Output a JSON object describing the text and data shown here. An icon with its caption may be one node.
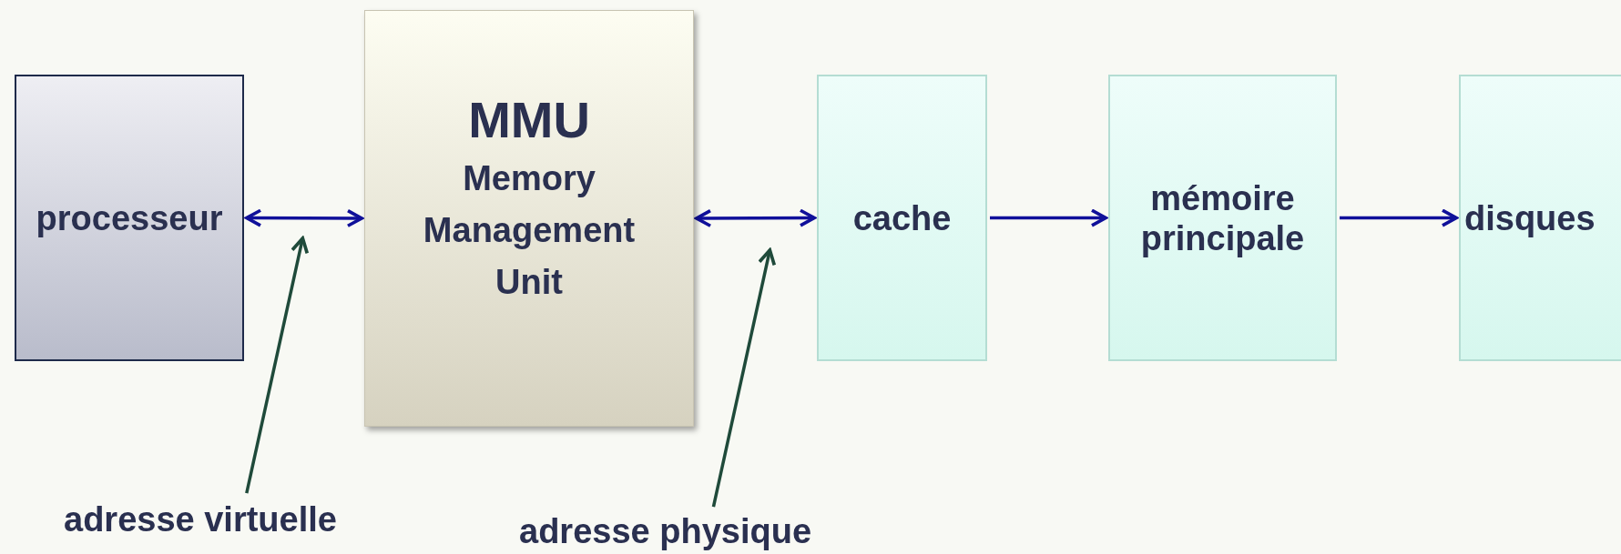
{
  "diagram": {
    "nodes": [
      {
        "text": [
          "processeur"
        ]
      },
      {
        "text": [
          "MMU",
          "Memory Management Unit"
        ]
      },
      {
        "text": [
          "cache"
        ]
      },
      {
        "text": [
          "mémoire principale"
        ]
      },
      {
        "text": [
          "disques"
        ]
      },
      {
        "text": [
          "adresse virtuelle"
        ]
      },
      {
        "text": [
          "adresse physique"
        ]
      }
    ],
    "edges": [
      {
        "from": 0,
        "to": 1,
        "arrow": "both"
      },
      {
        "from": 1,
        "to": 2,
        "arrow": "both"
      },
      {
        "from": 2,
        "to": 3,
        "arrow": "to"
      },
      {
        "from": 3,
        "to": 4,
        "arrow": "to"
      },
      {
        "from": 5,
        "to": null,
        "arrow": "to",
        "color": "#1f4a3a"
      },
      {
        "from": 6,
        "to": null,
        "arrow": "to",
        "color": "#1f4a3a"
      }
    ]
  }
}
